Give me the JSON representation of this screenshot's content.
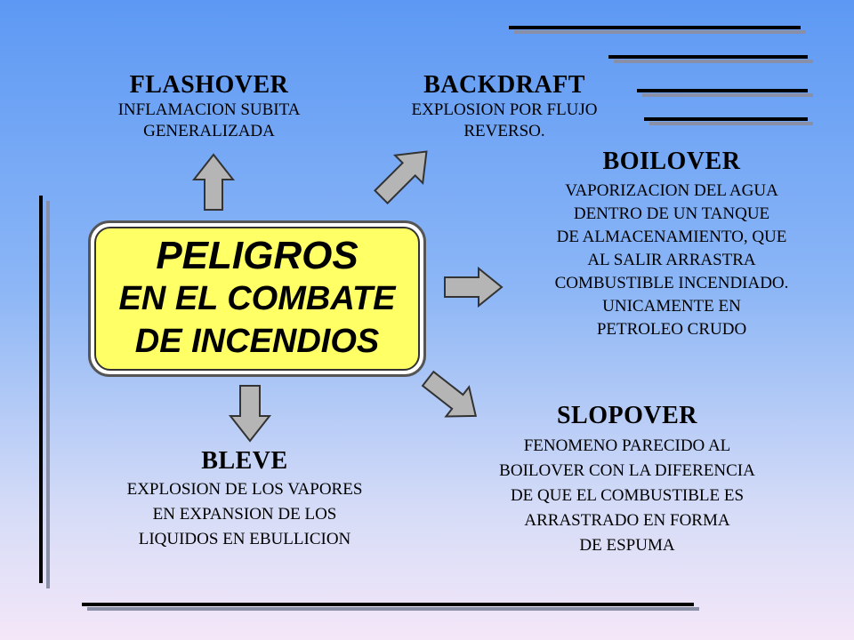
{
  "center": {
    "lines": [
      "PELIGROS",
      "EN EL COMBATE",
      "DE INCENDIOS"
    ],
    "fill": "#ffff66"
  },
  "blocks": {
    "flashover": {
      "title": "FLASHOVER",
      "lines": [
        "INFLAMACION SUBITA",
        "GENERALIZADA"
      ]
    },
    "backdraft": {
      "title": "BACKDRAFT",
      "lines": [
        "EXPLOSION POR FLUJO",
        "REVERSO."
      ]
    },
    "boilover": {
      "title": "BOILOVER",
      "lines": [
        "VAPORIZACION DEL AGUA",
        "DENTRO DE UN TANQUE",
        "DE ALMACENAMIENTO, QUE",
        "AL SALIR ARRASTRA",
        "COMBUSTIBLE INCENDIADO.",
        "UNICAMENTE EN",
        "PETROLEO CRUDO"
      ]
    },
    "slopover": {
      "title": "SLOPOVER",
      "lines": [
        "FENOMENO PARECIDO AL",
        "BOILOVER CON LA DIFERENCIA",
        "DE QUE EL COMBUSTIBLE ES",
        "ARRASTRADO EN FORMA",
        "DE ESPUMA"
      ]
    },
    "bleve": {
      "title": "BLEVE",
      "lines": [
        "EXPLOSION DE LOS VAPORES",
        "EN EXPANSION DE LOS",
        "LIQUIDOS EN EBULLICION"
      ]
    }
  },
  "colors": {
    "arrow_fill": "#b5b5b5",
    "arrow_stroke": "#333333",
    "background_top": "#5d99f4",
    "background_bottom": "#f4e7f8"
  }
}
